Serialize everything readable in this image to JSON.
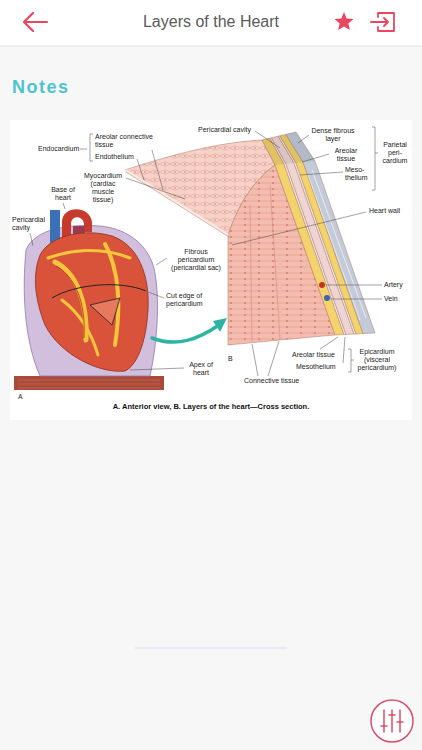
{
  "diagram": {
    "title": "Layers of the Heart",
    "caption": "A. Anterior view, B. Layers of the heart—Cross section.",
    "labels": [
      "Notes",
      "Pericardial cavity",
      "Dense fibrous layer",
      "Endocardium",
      "Areolar connective tissue",
      "Parietal peri- cardium",
      "Areolar tissue",
      "Endothelium",
      "Meso- thelium",
      "Base of heart",
      "Myocardium (cardiac muscle tissue)",
      "Pericardial cavity",
      "Heart wall",
      "Fibrous pericardium (pericardial sac)",
      "Cut edge of pericardium",
      "Artery",
      "Vein",
      "B",
      "Areolar tissue",
      "Epicardium (visceral pericardium)",
      "Apex of heart",
      "Mesothelium",
      "Connective tissue",
      "A"
    ]
  }
}
